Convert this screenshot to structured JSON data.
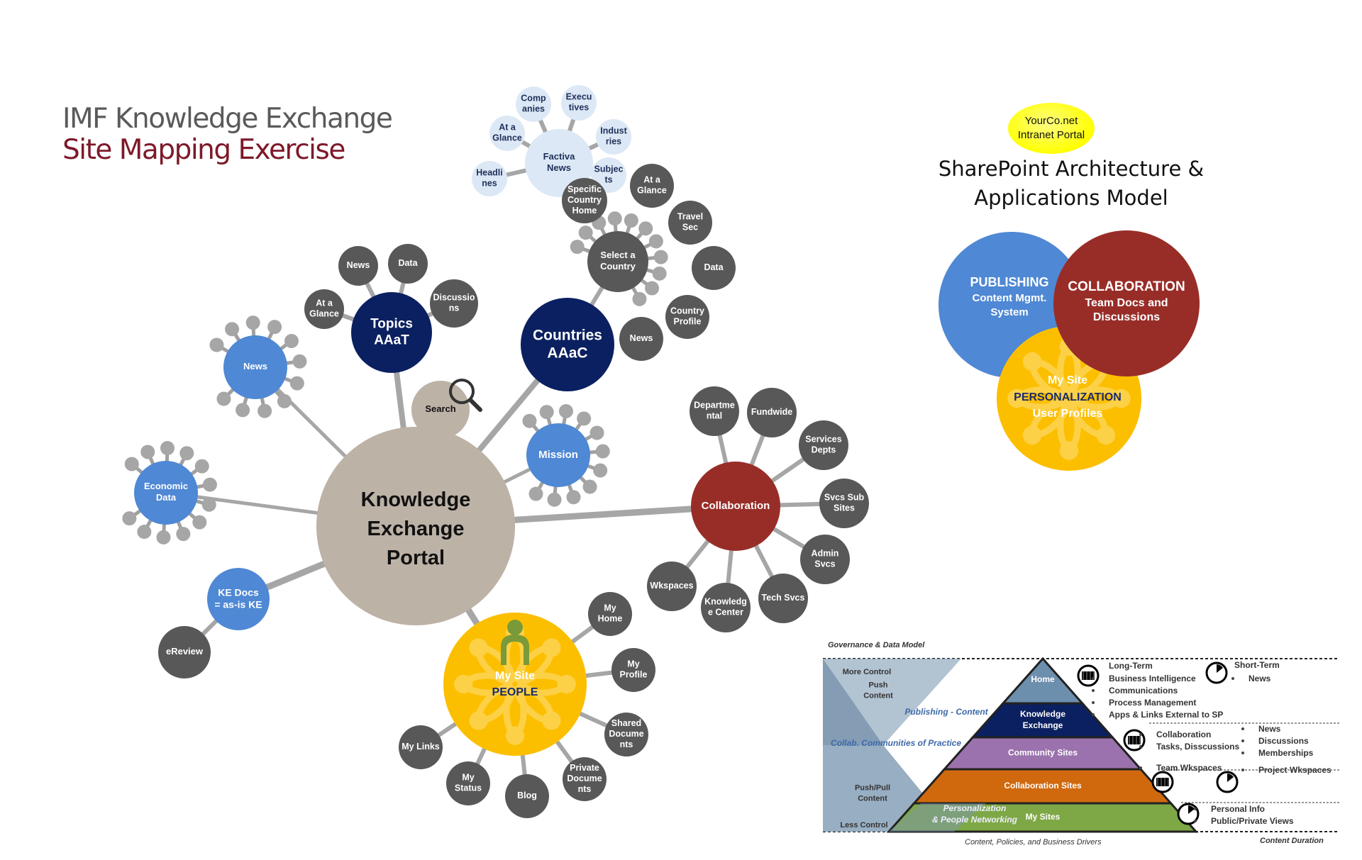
{
  "title": {
    "line1": "IMF Knowledge Exchange",
    "line2": "Site Mapping Exercise"
  },
  "colors": {
    "portal": "#bdb2a6",
    "dark_node": "#585858",
    "navy": "#0b2060",
    "blue": "#4f88d4",
    "red": "#982d28",
    "yellow": "#fcbf00",
    "light_blue": "#dce8f5",
    "spoke": "#a6a6a6",
    "title_red": "#7d1a2a"
  },
  "mindmap": {
    "portal": {
      "label": [
        "Knowledge",
        "Exchange",
        "Portal"
      ]
    },
    "search": {
      "label": "Search"
    },
    "topics": {
      "label": [
        "Topics",
        "AAaT"
      ],
      "children": [
        [
          "At a",
          "Glance"
        ],
        [
          "News"
        ],
        [
          "Data"
        ],
        [
          "Discussio",
          "ns"
        ]
      ]
    },
    "countries": {
      "label": [
        "Countries",
        "AAaC"
      ],
      "children": [
        [
          "News"
        ],
        [
          "Country",
          "Profile"
        ],
        [
          "Data"
        ],
        [
          "Travel",
          "Sec"
        ],
        [
          "At a",
          "Glance"
        ],
        [
          "Specific",
          "Country",
          "Home"
        ]
      ]
    },
    "select_country": {
      "label": [
        "Select a",
        "Country"
      ]
    },
    "factiva": {
      "label": [
        "Factiva",
        "News"
      ],
      "children": [
        [
          "Headli",
          "nes"
        ],
        [
          "At a",
          "Glance"
        ],
        [
          "Comp",
          "anies"
        ],
        [
          "Execu",
          "tives"
        ],
        [
          "Indust",
          "ries"
        ],
        [
          "Subjec",
          "ts"
        ]
      ]
    },
    "news": {
      "label": [
        "News"
      ]
    },
    "economic_data": {
      "label": [
        "Economic",
        "Data"
      ]
    },
    "ke_docs": {
      "label": [
        "KE Docs",
        "= as-is KE"
      ],
      "children": [
        [
          "eReview"
        ]
      ]
    },
    "mission": {
      "label": [
        "Mission"
      ]
    },
    "collaboration": {
      "label": [
        "Collaboration"
      ],
      "children": [
        [
          "Departme",
          "ntal"
        ],
        [
          "Fundwide"
        ],
        [
          "Services",
          "Depts"
        ],
        [
          "Svcs Sub",
          "Sites"
        ],
        [
          "Admin",
          "Svcs"
        ],
        [
          "Tech Svcs"
        ],
        [
          "Knowledg",
          "e Center"
        ],
        [
          "Wkspaces"
        ]
      ]
    },
    "my_site": {
      "label": [
        "My Site",
        "PEOPLE"
      ],
      "children": [
        [
          "My",
          "Home"
        ],
        [
          "My",
          "Profile"
        ],
        [
          "Shared",
          "Docume",
          "nts"
        ],
        [
          "Private",
          "Docume",
          "nts"
        ],
        [
          "Blog"
        ],
        [
          "My",
          "Status"
        ],
        [
          "My Links"
        ]
      ]
    }
  },
  "sharepoint": {
    "portal_badge": [
      "YourCo.net",
      "Intranet Portal"
    ],
    "title": [
      "SharePoint Architecture &",
      "Applications Model"
    ],
    "publishing": [
      "PUBLISHING",
      "Content Mgmt.",
      "System"
    ],
    "collaboration": [
      "COLLABORATION",
      "Team Docs and",
      "Discussions"
    ],
    "mysite": [
      "My Site",
      "PERSONALIZATION",
      "User Profiles"
    ]
  },
  "governance": {
    "heading": "Governance & Data Model",
    "left_labels": {
      "more_control": "More Control",
      "push_content": [
        "Push",
        "Content"
      ],
      "publishing": "Publishing - Content",
      "collab": "Collab. Communities of Practice",
      "push_pull": [
        "Push/Pull",
        "Content"
      ],
      "personalization": [
        "Personalization",
        "& People Networking"
      ],
      "less_control": "Less Control"
    },
    "tiers": [
      {
        "label": [
          "Home"
        ],
        "color": "#6d8fae"
      },
      {
        "label": [
          "Knowledge",
          "Exchange"
        ],
        "color": "#0b2060"
      },
      {
        "label": [
          "Community Sites"
        ],
        "color": "#9b72ad"
      },
      {
        "label": [
          "Collaboration Sites"
        ],
        "color": "#d0690e"
      },
      {
        "label": [
          "My Sites"
        ],
        "color": "#7ea846"
      }
    ],
    "long_term": {
      "title": "Long-Term",
      "items": [
        "Business Intelligence",
        "Communications",
        "Process Management",
        "Apps & Links External to SP"
      ]
    },
    "short_term": {
      "title": "Short-Term",
      "items": [
        "News"
      ]
    },
    "community_long": [
      "Collaboration",
      "Tasks, Disscussions"
    ],
    "community_short": [
      "News",
      "Discussions",
      "Memberships"
    ],
    "collab_long": [
      "Team Wkspaces"
    ],
    "collab_short": [
      "Project Wkspaces"
    ],
    "mysites_items": [
      "Personal Info",
      "Public/Private Views"
    ],
    "footer_left": "Content, Policies, and Business Drivers",
    "footer_right": "Content Duration"
  }
}
